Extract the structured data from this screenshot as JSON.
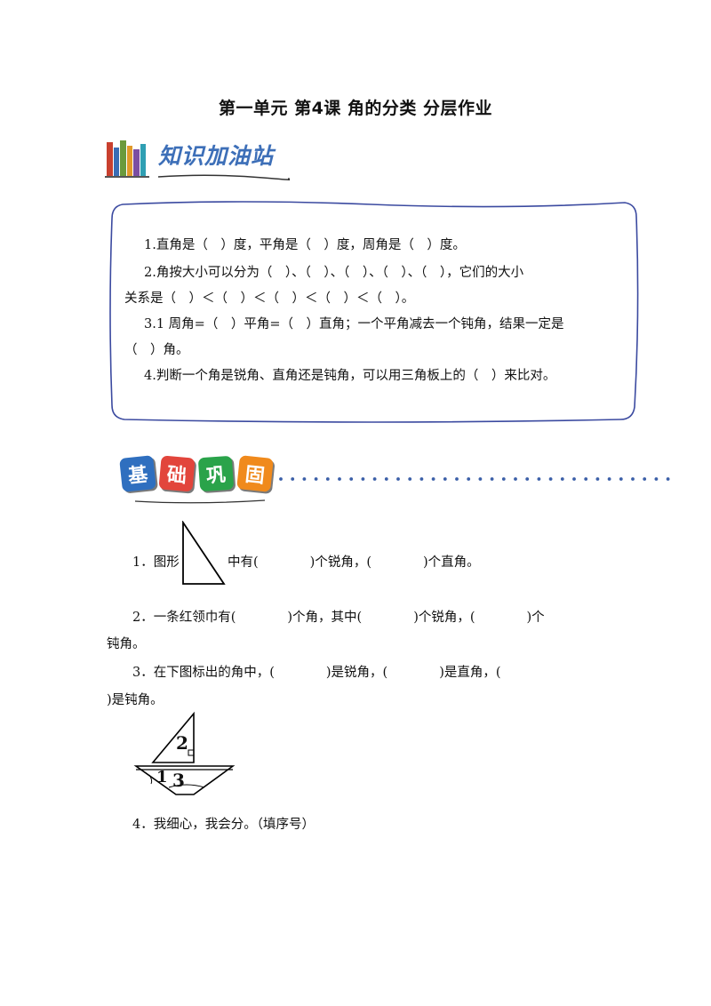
{
  "title": "第一单元 第4课 角的分类 分层作业",
  "section1": {
    "heading": "知识加油站",
    "lines": [
      "1.直角是（　）度，平角是（　）度，周角是（　）度。",
      "2.角按大小可以分为（　）、（　）、（　）、（　）、（　），它们的大小",
      "关系是（　）＜（　）＜（　）＜（　）＜（　）。",
      "3.1 周角=（　）平角=（　）直角；一个平角减去一个钝角，结果一定是",
      "（　）角。",
      "4.判断一个角是锐角、直角还是钝角，可以用三角板上的（　）来比对。"
    ]
  },
  "section2": {
    "tiles": [
      "基",
      "础",
      "巩",
      "固"
    ],
    "tile_colors": [
      "#2f6fbf",
      "#e2453c",
      "#2aa34a",
      "#f08a1c"
    ],
    "q1": {
      "prefix": "1．图形",
      "suffix": "中有(　　　　)个锐角，(　　　　)个直角。"
    },
    "q2": {
      "line1": "2．一条红领巾有(　　　　)个角，其中(　　　　)个锐角，(　　　　)个",
      "line2": "钝角。"
    },
    "q3": {
      "line1": "3．在下图标出的角中，(　　　　)是锐角，(　　　　)是直角，(",
      "line2": ")是钝角。"
    },
    "figure_labels": [
      "2",
      "1",
      "3"
    ],
    "q4": "4．我细心，我会分。（填序号）"
  }
}
